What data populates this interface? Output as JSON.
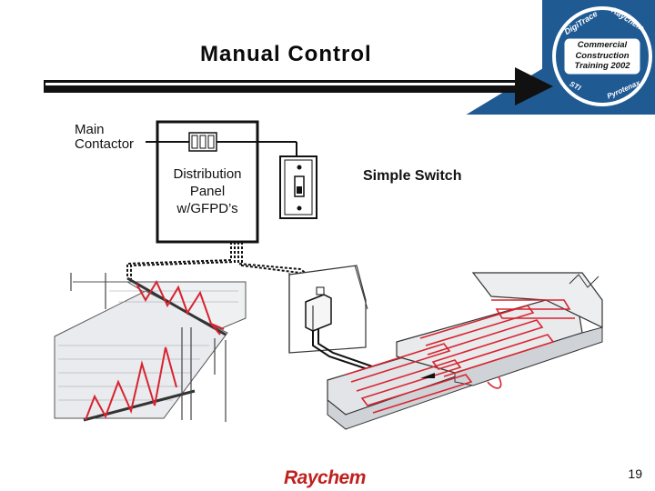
{
  "slide": {
    "title": "Manual Control",
    "main_contactor_label": "Main\nContactor",
    "distribution_panel_label": "Distribution Panel w/GFPD’s",
    "simple_switch_label": "Simple Switch",
    "page_number": "19",
    "footer_brand": "Raychem"
  },
  "badge": {
    "top_left": "DigiTrace",
    "top_right": "Raychem",
    "line1": "Commercial",
    "line2": "Construction",
    "line3": "Training 2002",
    "bottom_left": "STI",
    "bottom_right": "Pyrotenax"
  },
  "colors": {
    "header_blue": "#1f5a93",
    "heating_cable_red": "#d9232e",
    "brand_red": "#c0211f"
  },
  "icons": [
    "arrow-right-icon",
    "contactor-icon",
    "wall-switch-icon",
    "junction-box-icon"
  ]
}
